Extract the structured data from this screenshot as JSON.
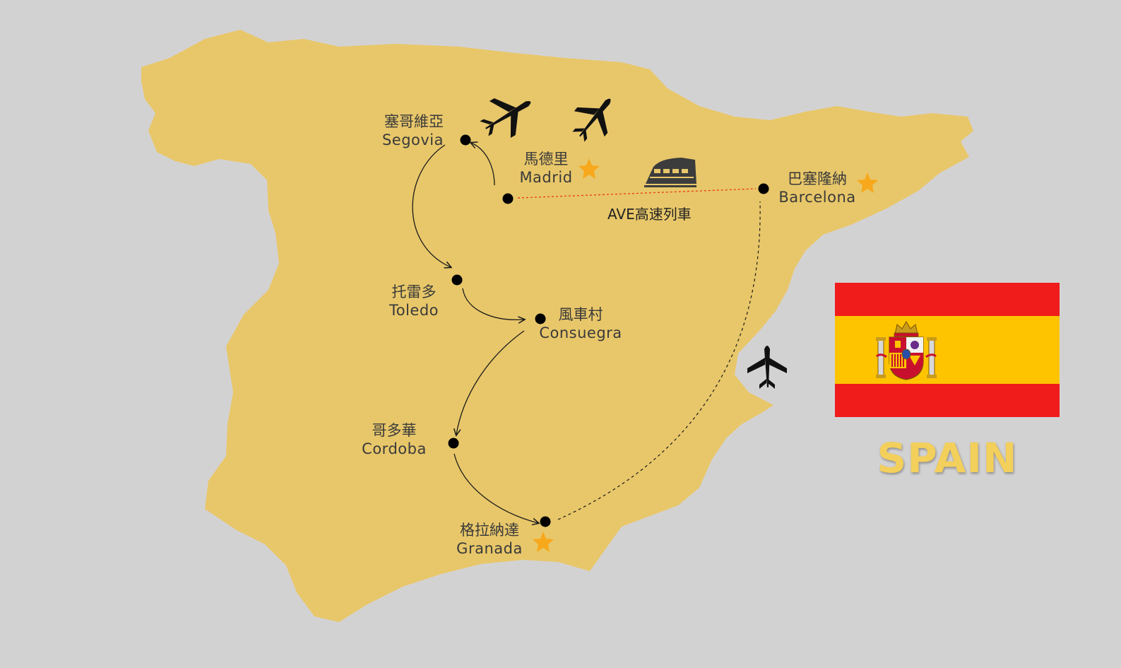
{
  "map": {
    "land_color": "#e8c76a",
    "sea_color": "#d3d2d3",
    "route_color": "#1a1a1a",
    "train_line_color": "#e8431c",
    "star_color": "#f7a81b"
  },
  "cities": {
    "segovia": {
      "zh": "塞哥維亞",
      "en": "Segovia"
    },
    "madrid": {
      "zh": "馬德里",
      "en": "Madrid"
    },
    "barcelona": {
      "zh": "巴塞隆納",
      "en": "Barcelona"
    },
    "toledo": {
      "zh": "托雷多",
      "en": "Toledo"
    },
    "consuegra": {
      "zh": "風車村",
      "en": "Consuegra"
    },
    "cordoba": {
      "zh": "哥多華",
      "en": "Cordoba"
    },
    "granada": {
      "zh": "格拉納達",
      "en": "Granada"
    }
  },
  "train": {
    "label": "AVE高速列車"
  },
  "icons": [
    "airplane-icon",
    "train-icon",
    "star-icon"
  ],
  "flag": {
    "red": "#f01b1b",
    "yellow": "#ffc400"
  },
  "country": {
    "name": "SPAIN",
    "color": "#f3cf5c"
  }
}
